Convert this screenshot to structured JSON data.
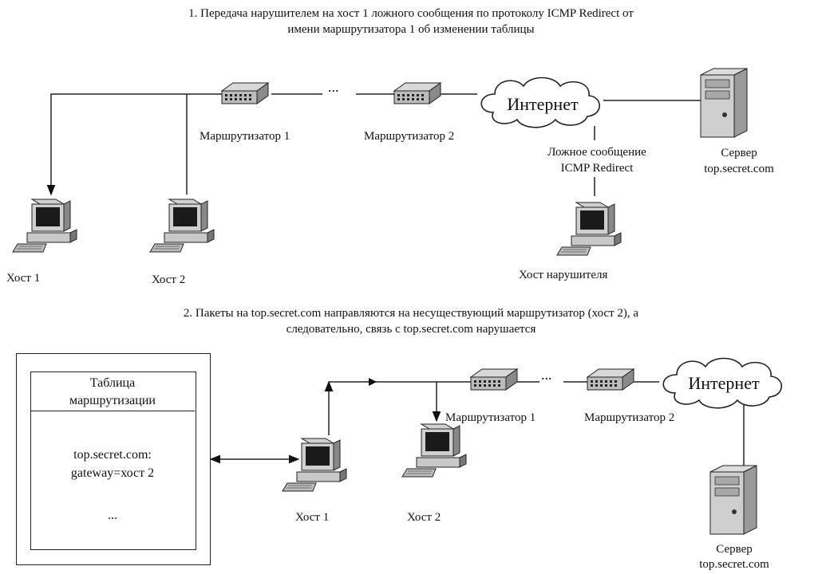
{
  "top_title": {
    "line1": "1. Передача нарушителем на хост 1 ложного сообщения по протоколу ICMP Redirect от",
    "line2": "имени маршрутизатора 1 об изменении таблицы"
  },
  "top": {
    "router1": "Маршрутизатор 1",
    "router2": "Маршрутизатор 2",
    "dots": "...",
    "internet": "Интернет",
    "fake_msg_line1": "Ложное сообщение",
    "fake_msg_line2": "ICMP Redirect",
    "server_line1": "Сервер",
    "server_line2": "top.secret.com",
    "host1": "Хост 1",
    "host2": "Хост 2",
    "attacker": "Хост нарушителя"
  },
  "bottom_title": {
    "line1": "2. Пакеты на top.secret.com направляются на несуществующий маршрутизатор (хост 2), а",
    "line2": "следовательно, связь с top.secret.com нарушается"
  },
  "bottom": {
    "table_header_line1": "Таблица",
    "table_header_line2": "маршрутизации",
    "table_row1": "top.secret.com:",
    "table_row2": "gateway=хост 2",
    "table_row3": "...",
    "router1": "Маршрутизатор 1",
    "router2": "Маршрутизатор 2",
    "dots": "...",
    "internet": "Интернет",
    "host1": "Хост 1",
    "host2": "Хост 2",
    "server_line1": "Сервер",
    "server_line2": "top.secret.com"
  }
}
